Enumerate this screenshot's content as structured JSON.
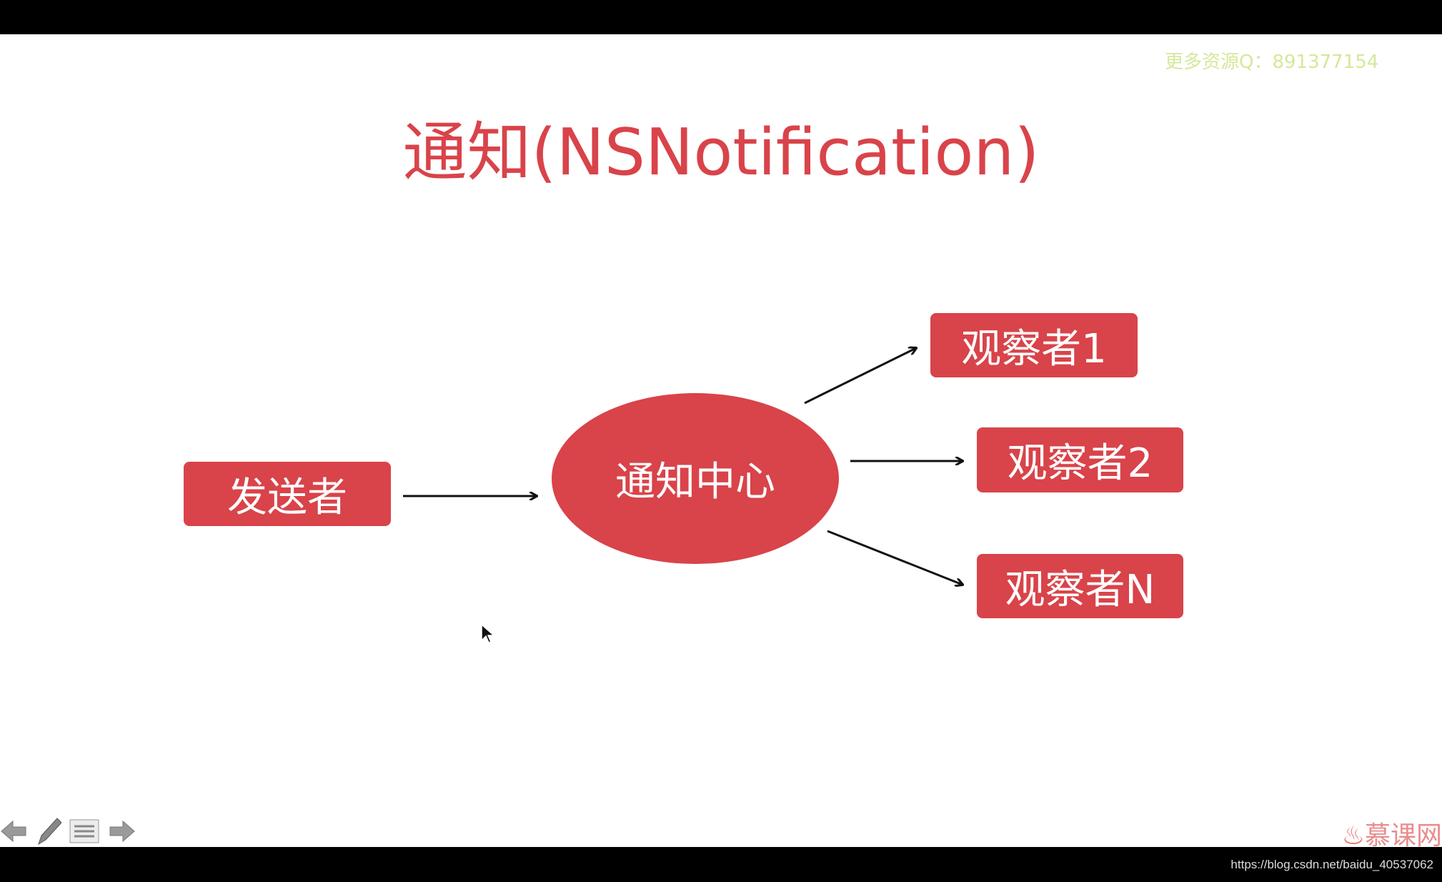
{
  "watermark": "更多资源Q：891377154",
  "title": "通知(NSNotification)",
  "diagram": {
    "sender": "发送者",
    "center": "通知中心",
    "observers": [
      "观察者1",
      "观察者2",
      "观察者N"
    ],
    "color": "#d9434a"
  },
  "logo": "慕课网",
  "footer_url": "https://blog.csdn.net/baidu_40537062",
  "toolbar": {
    "icons": [
      "arrow-left-icon",
      "pen-icon",
      "menu-icon",
      "arrow-right-icon"
    ]
  }
}
